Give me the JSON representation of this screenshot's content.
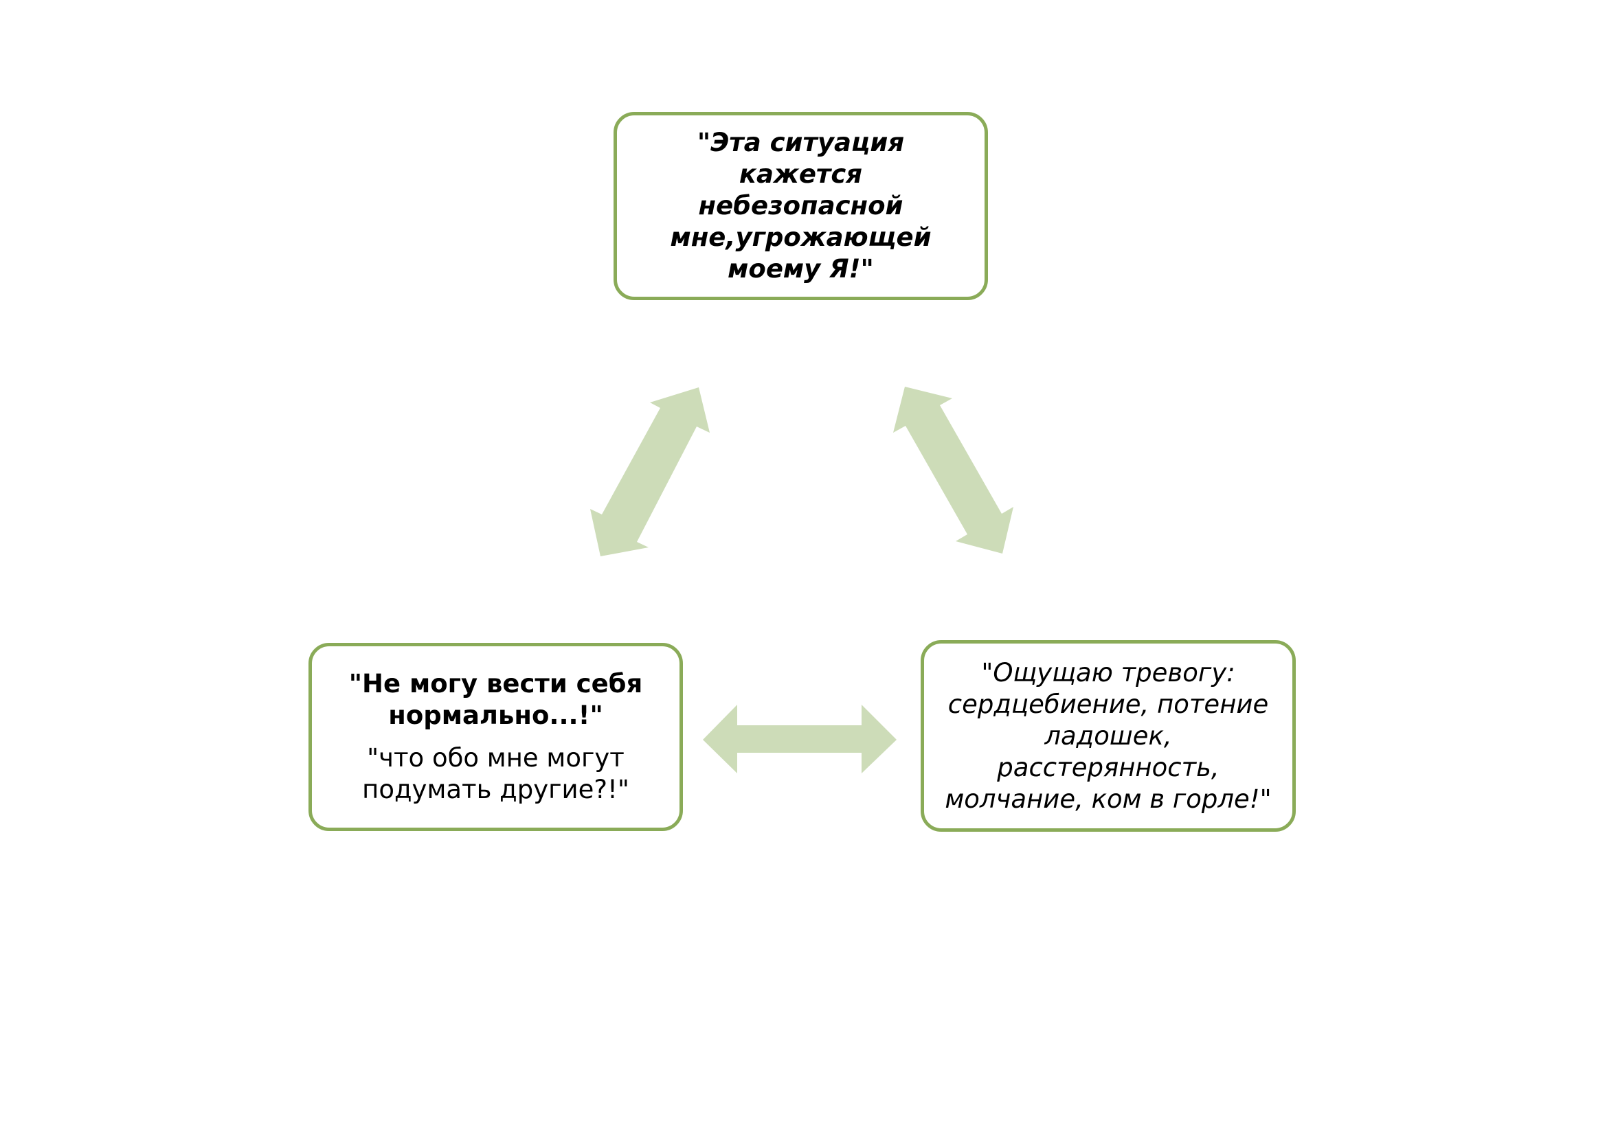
{
  "diagram": {
    "accent_color": "#8aab58",
    "arrow_color": "#cddcb8",
    "nodes": {
      "top": {
        "text": "\"Эта ситуация кажется небезопасной мне,угрожающей моему Я!\""
      },
      "left": {
        "heading": "\"Не могу вести себя нормально...!\"",
        "body": "\"что обо мне могут подумать другие?!\""
      },
      "right": {
        "text": "\"Ощущаю тревогу: сердцебиение, потение ладошек, расстерянность, молчание, ком в горле!\""
      }
    },
    "connections": [
      {
        "from": "left",
        "to": "top",
        "type": "double-arrow"
      },
      {
        "from": "top",
        "to": "right",
        "type": "double-arrow"
      },
      {
        "from": "left",
        "to": "right",
        "type": "double-arrow"
      }
    ]
  }
}
